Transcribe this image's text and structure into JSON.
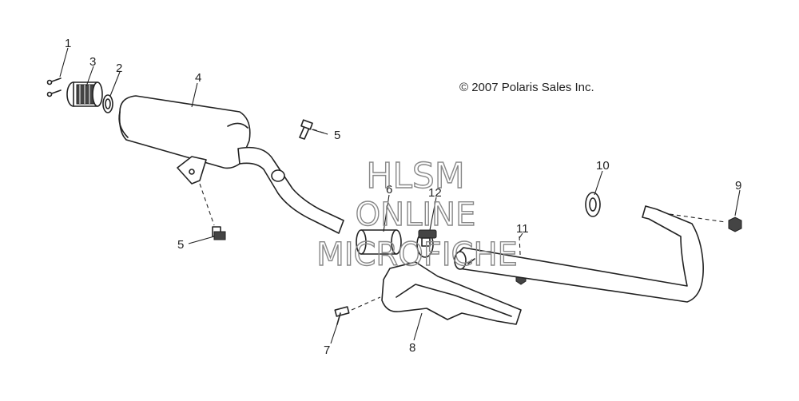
{
  "copyright": "© 2007 Polaris Sales Inc.",
  "watermark": [
    "HLSM",
    "ONLINE",
    "MICROFICHE"
  ],
  "callouts": {
    "c1": "1",
    "c2": "2",
    "c3": "3",
    "c4": "4",
    "c5a": "5",
    "c5b": "5",
    "c6": "6",
    "c7": "7",
    "c8": "8",
    "c9": "9",
    "c10": "10",
    "c11": "11",
    "c12": "12"
  }
}
